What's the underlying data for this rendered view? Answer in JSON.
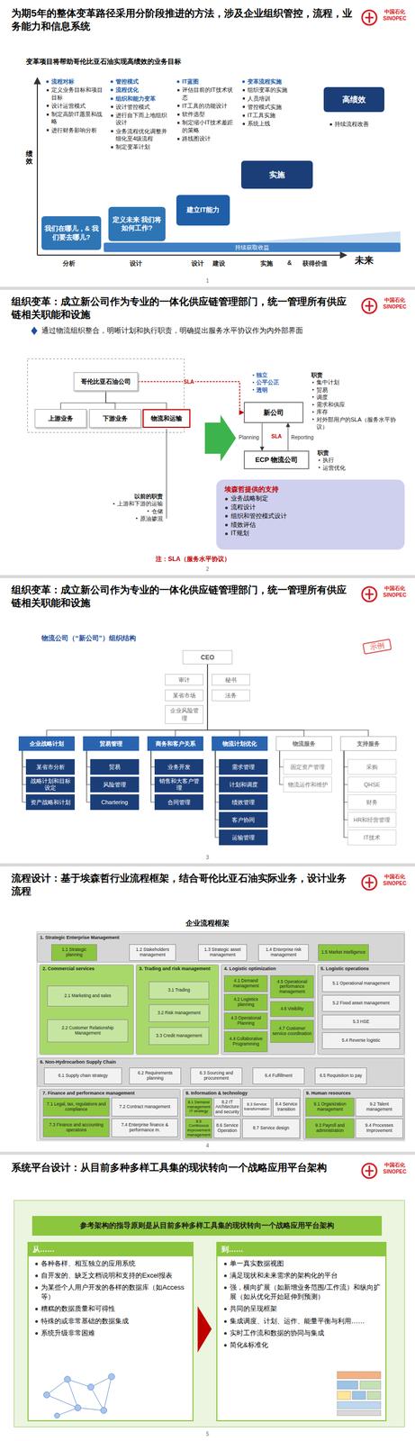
{
  "diagram": {
    "nodes": [
      {
        "text": [
          "我们在哪儿，& 我们要去哪儿?"
        ]
      },
      {
        "text": [
          "定义未来 我们将如何工作?"
        ]
      },
      {
        "text": [
          "建立IT能力"
        ]
      },
      {
        "text": [
          "实施"
        ]
      },
      {
        "text": [
          "高绩效"
        ]
      },
      {
        "text": [
          "持续获取收益"
        ]
      },
      {
        "text": [
          "哥伦比亚石油公司"
        ]
      },
      {
        "text": [
          "上游业务"
        ]
      },
      {
        "text": [
          "下游业务"
        ]
      },
      {
        "text": [
          "物流和运输"
        ]
      },
      {
        "text": [
          "新公司"
        ]
      },
      {
        "text": [
          "ECP 物流公司"
        ]
      },
      {
        "text": [
          "埃森哲提供的支持",
          "业务战略制定",
          "流程设计",
          "组织和管控模式设计",
          "绩效评估",
          "IT规划"
        ]
      },
      {
        "text": [
          "CEO"
        ]
      },
      {
        "text": [
          "审计"
        ]
      },
      {
        "text": [
          "秘书"
        ]
      },
      {
        "text": [
          "某省市场"
        ]
      },
      {
        "text": [
          "法务"
        ]
      },
      {
        "text": [
          "企业风险管理"
        ]
      },
      {
        "text": [
          "企业战略计划"
        ]
      },
      {
        "text": [
          "某省市分析"
        ]
      },
      {
        "text": [
          "战略计划和目标设定"
        ]
      },
      {
        "text": [
          "资产战略和计划"
        ]
      },
      {
        "text": [
          "贸易管理"
        ]
      },
      {
        "text": [
          "贸易"
        ]
      },
      {
        "text": [
          "风险管理"
        ]
      },
      {
        "text": [
          "Chartering"
        ]
      },
      {
        "text": [
          "商务和客户关系"
        ]
      },
      {
        "text": [
          "业务开发"
        ]
      },
      {
        "text": [
          "销售和大客户管理"
        ]
      },
      {
        "text": [
          "合同管理"
        ]
      },
      {
        "text": [
          "物流计划优化"
        ]
      },
      {
        "text": [
          "需求管理"
        ]
      },
      {
        "text": [
          "计划和调度"
        ]
      },
      {
        "text": [
          "绩效管理"
        ]
      },
      {
        "text": [
          "客户协同"
        ]
      },
      {
        "text": [
          "运输管理"
        ]
      },
      {
        "text": [
          "物流服务"
        ]
      },
      {
        "text": [
          "固定资产管理"
        ]
      },
      {
        "text": [
          "物流运作和维护"
        ]
      },
      {
        "text": [
          "支持服务"
        ]
      },
      {
        "text": [
          "采购"
        ]
      },
      {
        "text": [
          "QHSE"
        ]
      },
      {
        "text": [
          "财务"
        ]
      },
      {
        "text": [
          "HR和经营管理"
        ]
      },
      {
        "text": [
          "IT技术"
        ]
      },
      {
        "text": [
          "1. Strategic Enterprise Management"
        ]
      },
      {
        "text": [
          "1.1 Strategic planning"
        ],
        "in": 46
      },
      {
        "text": [
          "1.2 Stakeholders management"
        ],
        "in": 46
      },
      {
        "text": [
          "1.3 Strategic asset management"
        ],
        "in": 46
      },
      {
        "text": [
          "1.4 Enterprise risk management"
        ],
        "in": 46
      },
      {
        "text": [
          "1.5 Market intelligence"
        ],
        "in": 46
      },
      {
        "text": [
          "2. Commercial services"
        ]
      },
      {
        "text": [
          "2.1 Marketing and sales"
        ],
        "in": 52
      },
      {
        "text": [
          "2.2 Customer Relationship Management"
        ],
        "in": 52
      },
      {
        "text": [
          "3. Trading and risk management"
        ]
      },
      {
        "text": [
          "3.1 Trading"
        ],
        "in": 55
      },
      {
        "text": [
          "3.2 Risk management"
        ],
        "in": 55
      },
      {
        "text": [
          "3.3 Credit management"
        ],
        "in": 55
      },
      {
        "text": [
          "4. Logistic optimization"
        ]
      },
      {
        "text": [
          "4.1 Demand management"
        ],
        "in": 59
      },
      {
        "text": [
          "4.2 Logistics planning"
        ],
        "in": 59
      },
      {
        "text": [
          "4.3 Operational Planning"
        ],
        "in": 59
      },
      {
        "text": [
          "4.4 Collaborative Programming"
        ],
        "in": 59
      },
      {
        "text": [
          "4.5 Operational performance management"
        ],
        "in": 59
      },
      {
        "text": [
          "4.6 Visibility"
        ],
        "in": 59
      },
      {
        "text": [
          "4.7 Customer service coordination"
        ],
        "in": 59
      },
      {
        "text": [
          "5. Logistic operations"
        ]
      },
      {
        "text": [
          "5.1 Operational management"
        ],
        "in": 67
      },
      {
        "text": [
          "5.2 Fixed asset management"
        ],
        "in": 67
      },
      {
        "text": [
          "5.3 HSE"
        ],
        "in": 67
      },
      {
        "text": [
          "5.4 Reverse logistic"
        ],
        "in": 67
      },
      {
        "text": [
          "6. Non-Hydrocarbon Supply Chain"
        ]
      },
      {
        "text": [
          "6.1 Supply chain strategy"
        ],
        "in": 72
      },
      {
        "text": [
          "6.2 Requirements planning"
        ],
        "in": 72
      },
      {
        "text": [
          "6.3 Sourcing and procurement"
        ],
        "in": 72
      },
      {
        "text": [
          "6.4 Fulfillment"
        ],
        "in": 72
      },
      {
        "text": [
          "6.5 Requisition to pay"
        ],
        "in": 72
      },
      {
        "text": [
          "7. Finance and performance management"
        ]
      },
      {
        "text": [
          "7.1 Legal, tax, regulations and compliance"
        ],
        "in": 78
      },
      {
        "text": [
          "7.2 Contract management"
        ],
        "in": 78
      },
      {
        "text": [
          "7.3 Finance and accounting operations"
        ],
        "in": 78
      },
      {
        "text": [
          "7.4 Enterprise finance & performance m."
        ],
        "in": 78
      },
      {
        "text": [
          "8. Information & technology"
        ]
      },
      {
        "text": [
          "8.1 Demand management IT strategy"
        ],
        "in": 83
      },
      {
        "text": [
          "8.2 IT Architecture and security"
        ],
        "in": 83
      },
      {
        "text": [
          "8.3 Service transformation"
        ],
        "in": 83
      },
      {
        "text": [
          "8.4 Service transition"
        ],
        "in": 83
      },
      {
        "text": [
          "8.5 Continuous improvement management"
        ],
        "in": 83
      },
      {
        "text": [
          "8.6 Service Operation"
        ],
        "in": 83
      },
      {
        "text": [
          "8.7 Service design"
        ],
        "in": 83
      },
      {
        "text": [
          "9. Human resources"
        ]
      },
      {
        "text": [
          "9.1 Organization management"
        ],
        "in": 91
      },
      {
        "text": [
          "9.2 Talent management"
        ],
        "in": 91
      },
      {
        "text": [
          "9.3 Payroll and administration"
        ],
        "in": 91
      },
      {
        "text": [
          "9.4 Processes Improvement"
        ],
        "in": 91
      },
      {
        "text": [
          "参考架构的指导原则是从目前多种多样工具集的现状转向一个战略应用平台架构"
        ]
      },
      {
        "text": [
          "从……",
          "各种各样、相互独立的应用系统",
          "自开发的、缺乏文档说明和支持的Excel报表",
          "为某些个人用户开发的各样的数据库（如Access等）",
          "糟糕的数据质量和可得性",
          "特殊的或非常基础的数据集成",
          "系统升级非常困难"
        ]
      },
      {
        "text": [
          "到……",
          "单一真实数据视图",
          "满足现状和未来需求的架构化的平台",
          "强，横向扩展（如新增业务范围/工作流）和纵向扩展（如从优化开始延伸到预测）",
          "共同的呈现框架",
          "集成调度、计划、运作、能量平衡与利用……",
          "实时工作流和数据的协同与集成",
          "简化&标准化"
        ]
      }
    ],
    "edges": [
      {
        "from": 6,
        "to": 7,
        "arrow": "none"
      },
      {
        "from": 6,
        "to": 8,
        "arrow": "none"
      },
      {
        "from": 6,
        "to": 9,
        "arrow": "none"
      },
      {
        "from": 6,
        "to": 10,
        "arrow": "to",
        "label": "SLA"
      },
      {
        "from": 10,
        "to": 11,
        "arrow": "to",
        "label": "Planning"
      },
      {
        "from": 11,
        "to": 10,
        "arrow": "to",
        "label": "Reporting"
      },
      {
        "from": 13,
        "to": 19,
        "arrow": "none"
      },
      {
        "from": 13,
        "to": 23,
        "arrow": "none"
      },
      {
        "from": 13,
        "to": 27,
        "arrow": "none"
      },
      {
        "from": 13,
        "to": 31,
        "arrow": "none"
      },
      {
        "from": 13,
        "to": 37,
        "arrow": "none"
      },
      {
        "from": 13,
        "to": 40,
        "arrow": "none"
      },
      {
        "from": 19,
        "to": 20,
        "arrow": "none"
      },
      {
        "from": 19,
        "to": 21,
        "arrow": "none"
      },
      {
        "from": 19,
        "to": 22,
        "arrow": "none"
      },
      {
        "from": 23,
        "to": 24,
        "arrow": "none"
      },
      {
        "from": 23,
        "to": 25,
        "arrow": "none"
      },
      {
        "from": 23,
        "to": 26,
        "arrow": "none"
      },
      {
        "from": 27,
        "to": 28,
        "arrow": "none"
      },
      {
        "from": 27,
        "to": 29,
        "arrow": "none"
      },
      {
        "from": 27,
        "to": 30,
        "arrow": "none"
      },
      {
        "from": 31,
        "to": 32,
        "arrow": "none"
      },
      {
        "from": 31,
        "to": 33,
        "arrow": "none"
      },
      {
        "from": 31,
        "to": 34,
        "arrow": "none"
      },
      {
        "from": 31,
        "to": 35,
        "arrow": "none"
      },
      {
        "from": 31,
        "to": 36,
        "arrow": "none"
      },
      {
        "from": 37,
        "to": 38,
        "arrow": "none"
      },
      {
        "from": 37,
        "to": 39,
        "arrow": "none"
      },
      {
        "from": 40,
        "to": 41,
        "arrow": "none"
      },
      {
        "from": 40,
        "to": 42,
        "arrow": "none"
      },
      {
        "from": 40,
        "to": 43,
        "arrow": "none"
      },
      {
        "from": 40,
        "to": 44,
        "arrow": "none"
      },
      {
        "from": 40,
        "to": 45,
        "arrow": "none"
      }
    ],
    "labels": [
      "为期5年的整体变革路径采用分阶段推进的方法，涉及企业组织管控，流程，业务能力和信息系统",
      "中国石化",
      "SINOPEC",
      "变革项目将帮助哥伦比亚石油实现高绩效的业务目标",
      "流程对标",
      "定义业务目标和项目目标",
      "设计运营模式",
      "制定高阶IT愿景和战略",
      "进行财务影响分析",
      "管控模式",
      "流程优化",
      "组织和能力变革",
      "设计管控模式",
      "进行自下而上地组织设计",
      "业务流程优化调整并细化至4级流程",
      "制定变革计划",
      "IT蓝图",
      "评估目前的IT技术状态",
      "IT工具的功能设计",
      "软件选型",
      "制定缩小IT技术差距的策略",
      "路线图设计",
      "变革流程实施",
      "组织变革的实施",
      "人员培训",
      "管控模式实施",
      "IT工具实施",
      "系统上线",
      "持续流程改善",
      "绩效",
      "分析",
      "设计",
      "设计",
      "建设",
      "实施",
      "&",
      "获得价值",
      "未来",
      "1",
      "组织变革：成立新公司作为专业的一体化供应链管理部门，统一管理所有供应链相关职能和设施",
      "中国石化",
      "SINOPEC",
      "通过物流组织整合，明晰计划和执行职责，明确提出服务水平协议作为内外部界面",
      "独立",
      "公平公正",
      "透明",
      "职责",
      "集中计划",
      "贸易",
      "调度",
      "需求和供应",
      "库存",
      "对外部用户的SLA（服务水平协议）",
      "职责",
      "执行",
      "运营优化",
      "以前的职责",
      "上游和下游的运输",
      "仓储",
      "原油掺混",
      "SLA",
      "注：SLA（服务水平协议）",
      "2",
      "组织变革：成立新公司作为专业的一体化供应链管理部门，统一管理所有供应链相关职能和设施",
      "中国石化",
      "SINOPEC",
      "物流公司（“新公司”）组织结构",
      "示例",
      "3",
      "流程设计：基于埃森哲行业流程框架，结合哥伦比亚石油实际业务，设计业务流程",
      "中国石化",
      "SINOPEC",
      "企业流程框架",
      "4",
      "系统平台设计：从目前多种多样工具集的现状转向一个战略应用平台架构",
      "中国石化",
      "SINOPEC",
      "5"
    ]
  }
}
